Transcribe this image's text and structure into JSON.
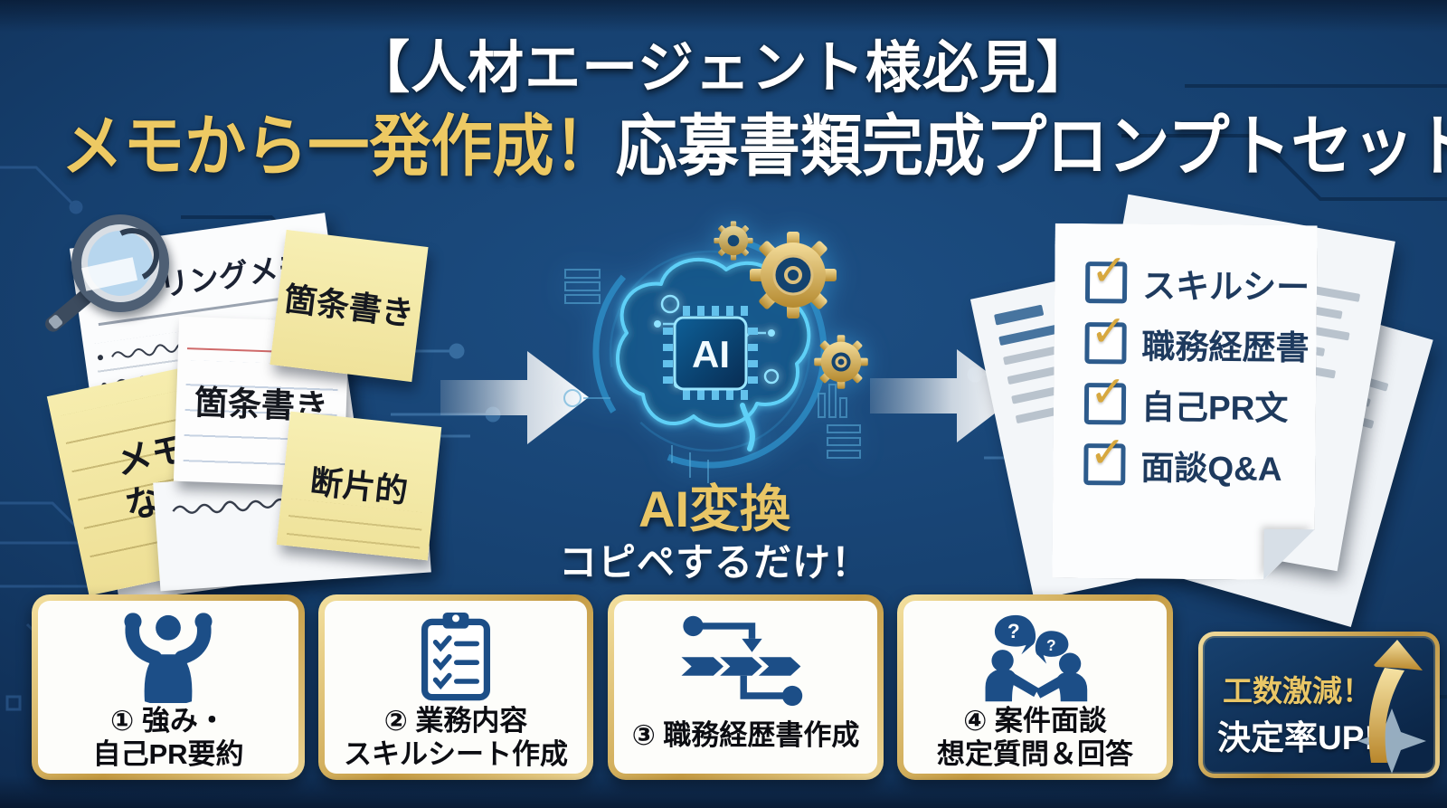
{
  "header": {
    "title_line1": "【人材エージェント様必見】",
    "title_line2_gold": "メモから一発作成！",
    "title_line2_white": "応募書類完成プロンプトセット"
  },
  "memo_section": {
    "sheet_title": "ヒアリングメモ",
    "sticky_notes": {
      "top": "箇条書き",
      "middle": "箇条書き",
      "left_line1": "メモ",
      "left_line2": "なぜ",
      "bottom": "断片的"
    }
  },
  "ai_section": {
    "chip_label": "AI",
    "caption": "AI変換",
    "subcaption": "コピペするだけ！"
  },
  "output_section": {
    "check_glyph": "✓",
    "checklist": [
      "スキルシート",
      "職務経歴書",
      "自己PR文",
      "面談Q&A"
    ]
  },
  "steps": [
    {
      "icon": "flex-muscle-icon",
      "line1": "① 強み・",
      "line2": "自己PR要約"
    },
    {
      "icon": "clipboard-checklist-icon",
      "line1": "② 業務内容",
      "line2": "スキルシート作成"
    },
    {
      "icon": "career-flow-icon",
      "line1": "③ 職務経歴書作成"
    },
    {
      "icon": "interview-qa-icon",
      "line1": "④ 案件面談",
      "line2": "想定質問＆回答"
    }
  ],
  "badge": {
    "line1": "工数激減！",
    "line2": "決定率UP!"
  },
  "icons": {
    "question_glyph": "?"
  },
  "colors": {
    "background_navy": "#16406f",
    "gold_accent": "#e9c666",
    "icon_blue": "#1c4e87",
    "card_border_gold": "#c49a42",
    "paper_white": "#fcfdfe",
    "sticky_yellow": "#f3e79e",
    "check_gold": "#d7a83f",
    "checkbox_navy": "#2d5b8c"
  }
}
